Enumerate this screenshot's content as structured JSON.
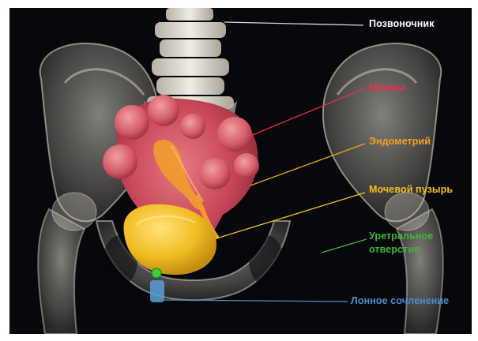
{
  "labels": {
    "spine": "Позвоночник",
    "myomas": "Миомы",
    "endometrium": "Эндометрий",
    "bladder": "Мочевой пузырь",
    "urethral_line1": "Уретральное",
    "urethral_line2": "отверстие",
    "pubic_symphysis": "Лонное сочленение"
  },
  "colors": {
    "background": "#06080c",
    "spine_label": "#ffffff",
    "myomas_label": "#e8304a",
    "endometrium_label": "#f0a020",
    "bladder_label": "#f2c21a",
    "urethral_label": "#3fb83a",
    "pubic_label": "#4a8fd0",
    "uterus": "#cf4a58",
    "bladder": "#f0c030",
    "bone": "#c9c3b8"
  }
}
